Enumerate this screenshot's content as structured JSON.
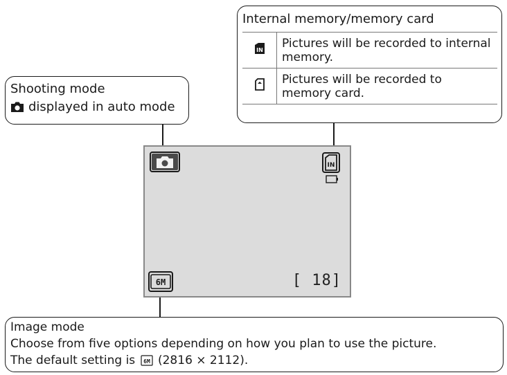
{
  "memory": {
    "title": "Internal memory/memory card",
    "rows": [
      {
        "icon": "internal-memory-icon",
        "text": "Pictures will be recorded to internal memory."
      },
      {
        "icon": "memory-card-icon",
        "text": "Pictures will be recorded to memory card."
      }
    ]
  },
  "shooting": {
    "title": "Shooting mode",
    "desc": "displayed in auto mode",
    "icon": "camera-icon"
  },
  "screen": {
    "frame_count": "[ 18]",
    "top_left_icon": "camera-icon",
    "top_right_icon": "internal-memory-icon",
    "battery_icon": "battery-icon",
    "bottom_left_icon": "image-mode-6m-icon"
  },
  "image_mode": {
    "title": "Image mode",
    "line1": "Choose from five options depending on how you plan to use the picture.",
    "line2_prefix": "The default setting is",
    "line2_suffix": "(2816 × 2112)."
  }
}
